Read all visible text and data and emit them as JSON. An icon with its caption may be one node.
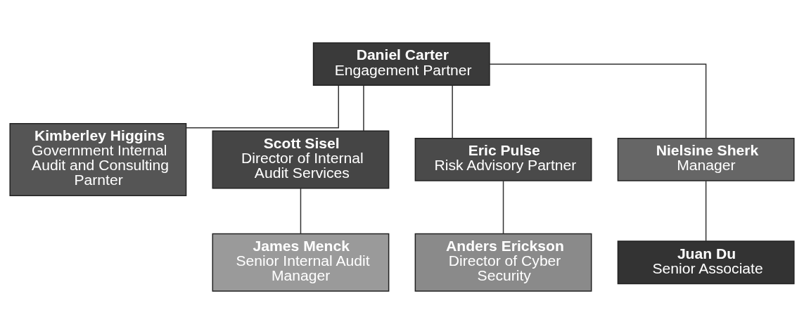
{
  "diagram": {
    "nodes": [
      {
        "text": [
          "Daniel Carter",
          "Engagement Partner"
        ]
      },
      {
        "text": [
          "Kimberley Higgins",
          "Government Internal Audit and Consulting Parnter"
        ]
      },
      {
        "text": [
          "Scott Sisel",
          "Director of Internal Audit Services"
        ]
      },
      {
        "text": [
          "Eric Pulse",
          "Risk Advisory Partner"
        ]
      },
      {
        "text": [
          "Nielsine Sherk",
          "Manager"
        ]
      },
      {
        "text": [
          "James Menck",
          "Senior Internal Audit Manager"
        ]
      },
      {
        "text": [
          "Anders Erickson",
          "Director of Cyber Security"
        ]
      },
      {
        "text": [
          "Juan Du",
          "Senior Associate"
        ]
      }
    ],
    "edges": [
      {
        "from": 0,
        "to": 1,
        "arrow": "none"
      },
      {
        "from": 0,
        "to": 2,
        "arrow": "none"
      },
      {
        "from": 0,
        "to": 3,
        "arrow": "none"
      },
      {
        "from": 0,
        "to": 4,
        "arrow": "none"
      },
      {
        "from": 2,
        "to": 5,
        "arrow": "none"
      },
      {
        "from": 3,
        "to": 6,
        "arrow": "none"
      },
      {
        "from": 4,
        "to": 7,
        "arrow": "none"
      }
    ]
  }
}
